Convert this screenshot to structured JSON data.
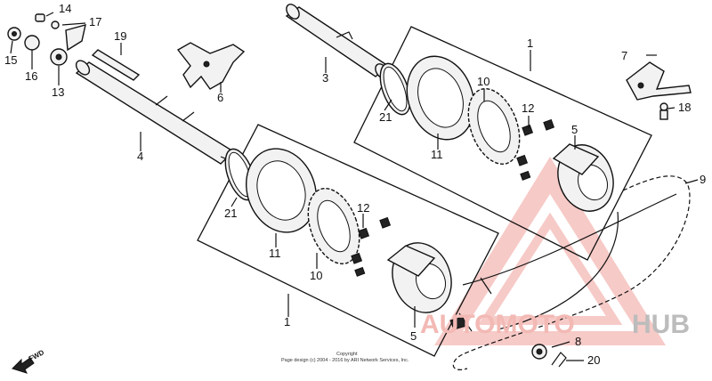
{
  "callouts": [
    {
      "id": "c1a",
      "text": "1"
    },
    {
      "id": "c1b",
      "text": "1"
    },
    {
      "id": "c3",
      "text": "3"
    },
    {
      "id": "c4",
      "text": "4"
    },
    {
      "id": "c5a",
      "text": "5"
    },
    {
      "id": "c5b",
      "text": "5"
    },
    {
      "id": "c6",
      "text": "6"
    },
    {
      "id": "c7",
      "text": "7"
    },
    {
      "id": "c8",
      "text": "8"
    },
    {
      "id": "c9",
      "text": "9"
    },
    {
      "id": "c10a",
      "text": "10"
    },
    {
      "id": "c10b",
      "text": "10"
    },
    {
      "id": "c11a",
      "text": "11"
    },
    {
      "id": "c11b",
      "text": "11"
    },
    {
      "id": "c12a",
      "text": "12"
    },
    {
      "id": "c12b",
      "text": "12"
    },
    {
      "id": "c13",
      "text": "13"
    },
    {
      "id": "c14",
      "text": "14"
    },
    {
      "id": "c15",
      "text": "15"
    },
    {
      "id": "c16",
      "text": "16"
    },
    {
      "id": "c17",
      "text": "17"
    },
    {
      "id": "c18",
      "text": "18"
    },
    {
      "id": "c19",
      "text": "19"
    },
    {
      "id": "c20",
      "text": "20"
    },
    {
      "id": "c21a",
      "text": "21"
    },
    {
      "id": "c21b",
      "text": "21"
    }
  ],
  "fwd_label": "FWD",
  "copyright": {
    "line1": "Copyright",
    "line2": "Page design (c) 2004 - 2016 by ARI Network Services, Inc."
  },
  "watermark": {
    "brand_part1": "AUTOMOTO",
    "brand_part2": "HUB",
    "color_red": "#e8322a",
    "color_gray": "#8c8c8c"
  }
}
